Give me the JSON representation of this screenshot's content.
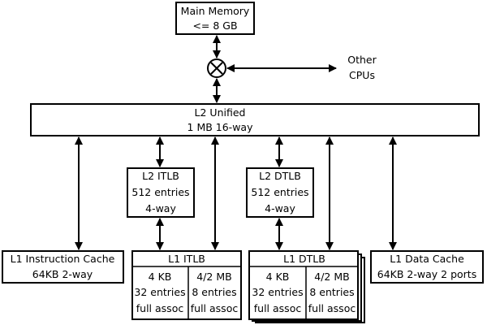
{
  "main_memory": {
    "title": "Main Memory",
    "size": "<= 8 GB"
  },
  "crossbar": {
    "symbol": "⊗"
  },
  "other_cpus": {
    "line1": "Other",
    "line2": "CPUs"
  },
  "l2_unified": {
    "title": "L2 Unified",
    "detail": "1 MB 16-way"
  },
  "l2_itlb": {
    "title": "L2 ITLB",
    "entries": "512 entries",
    "assoc": "4-way"
  },
  "l2_dtlb": {
    "title": "L2 DTLB",
    "entries": "512 entries",
    "assoc": "4-way"
  },
  "l1_icache": {
    "title": "L1 Instruction Cache",
    "detail": "64KB 2-way"
  },
  "l1_itlb": {
    "title": "L1 ITLB",
    "left": {
      "page": "4 KB",
      "entries": "32 entries",
      "assoc": "full assoc"
    },
    "right": {
      "page": "4/2 MB",
      "entries": "8 entries",
      "assoc": "full assoc"
    }
  },
  "l1_dtlb": {
    "title": "L1 DTLB",
    "left": {
      "page": "4 KB",
      "entries": "32 entries",
      "assoc": "full assoc"
    },
    "right": {
      "page": "4/2 MB",
      "entries": "8 entries",
      "assoc": "full assoc"
    }
  },
  "l1_dcache": {
    "title": "L1 Data Cache",
    "detail": "64KB 2-way 2 ports"
  }
}
